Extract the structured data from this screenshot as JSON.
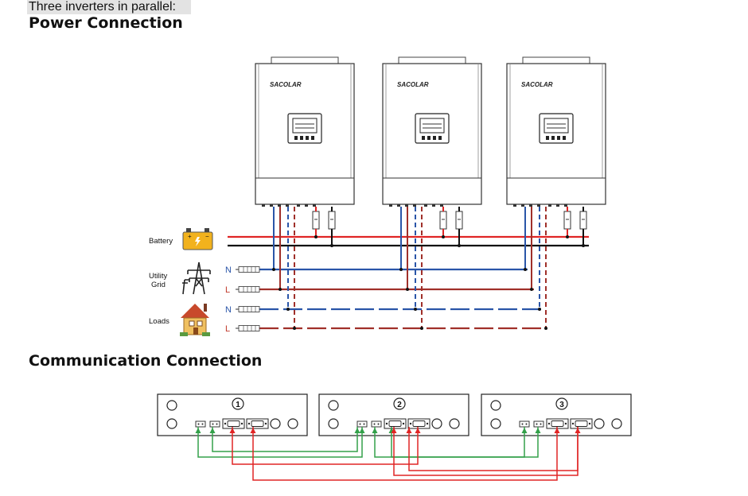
{
  "intro": "Three inverters in parallel:",
  "power_section": {
    "title": "Power Connection",
    "brand": "SACOLAR",
    "battery_label": "Battery",
    "utility_label_line1": "Utility",
    "utility_label_line2": "Grid",
    "loads_label": "Loads",
    "neutral_letter": "N",
    "line_letter": "L"
  },
  "communication_section": {
    "title": "Communication Connection",
    "unit_numbers": [
      "1",
      "2",
      "3"
    ]
  },
  "colors": {
    "battery_positive": "#e02525",
    "battery_negative": "#111111",
    "neutral_wire": "#2a55a8",
    "line_wire": "#a0302a",
    "comm_green": "#33a04a",
    "comm_red": "#e02525",
    "letter_blue": "#2a55a8",
    "letter_red": "#c0392b"
  }
}
